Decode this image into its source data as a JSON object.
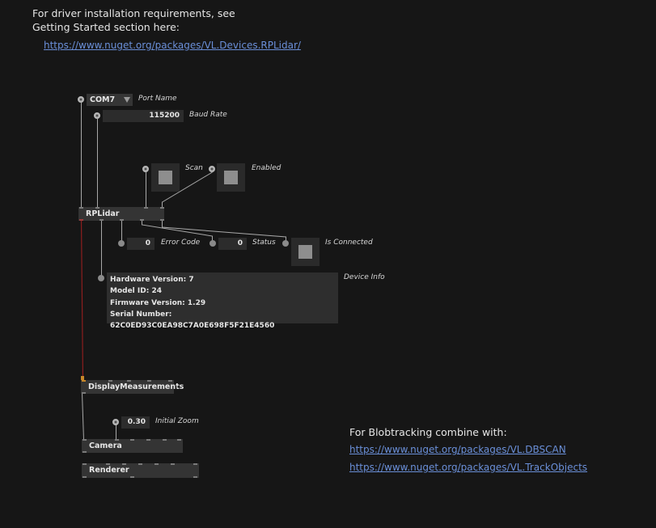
{
  "comments": {
    "driver_line1": "For driver installation requirements, see",
    "driver_line2": "Getting Started section here:",
    "driver_link": "https://www.nuget.org/packages/VL.Devices.RPLidar/",
    "blob_title": "For Blobtracking combine with:",
    "blob_link1": "https://www.nuget.org/packages/VL.DBSCAN",
    "blob_link2": "https://www.nuget.org/packages/VL.TrackObjects"
  },
  "pads": {
    "port": {
      "value": "COM7",
      "label": "Port Name"
    },
    "baud": {
      "value": "115200",
      "label": "Baud Rate"
    },
    "scan": {
      "label": "Scan"
    },
    "enabled": {
      "label": "Enabled"
    },
    "error": {
      "value": "0",
      "label": "Error Code"
    },
    "status": {
      "value": "0",
      "label": "Status"
    },
    "connected": {
      "label": "Is Connected"
    },
    "zoom": {
      "value": "0.30",
      "label": "Initial Zoom"
    }
  },
  "device_info": {
    "label": "Device Info",
    "lines": [
      "Hardware Version: 7",
      "Model ID: 24",
      "Firmware Version: 1.29",
      "Serial Number: 62C0ED93C0EA98C7A0E698F5F21E4560"
    ]
  },
  "nodes": {
    "rplidar": "RPLidar",
    "display": "DisplayMeasurements",
    "camera": "Camera",
    "renderer": "Renderer"
  },
  "colors": {
    "background": "#161616",
    "node": "#343434",
    "link": "#6a8fd8",
    "wire": "#a8a8a8",
    "wire_active": "#8c1e1e"
  }
}
